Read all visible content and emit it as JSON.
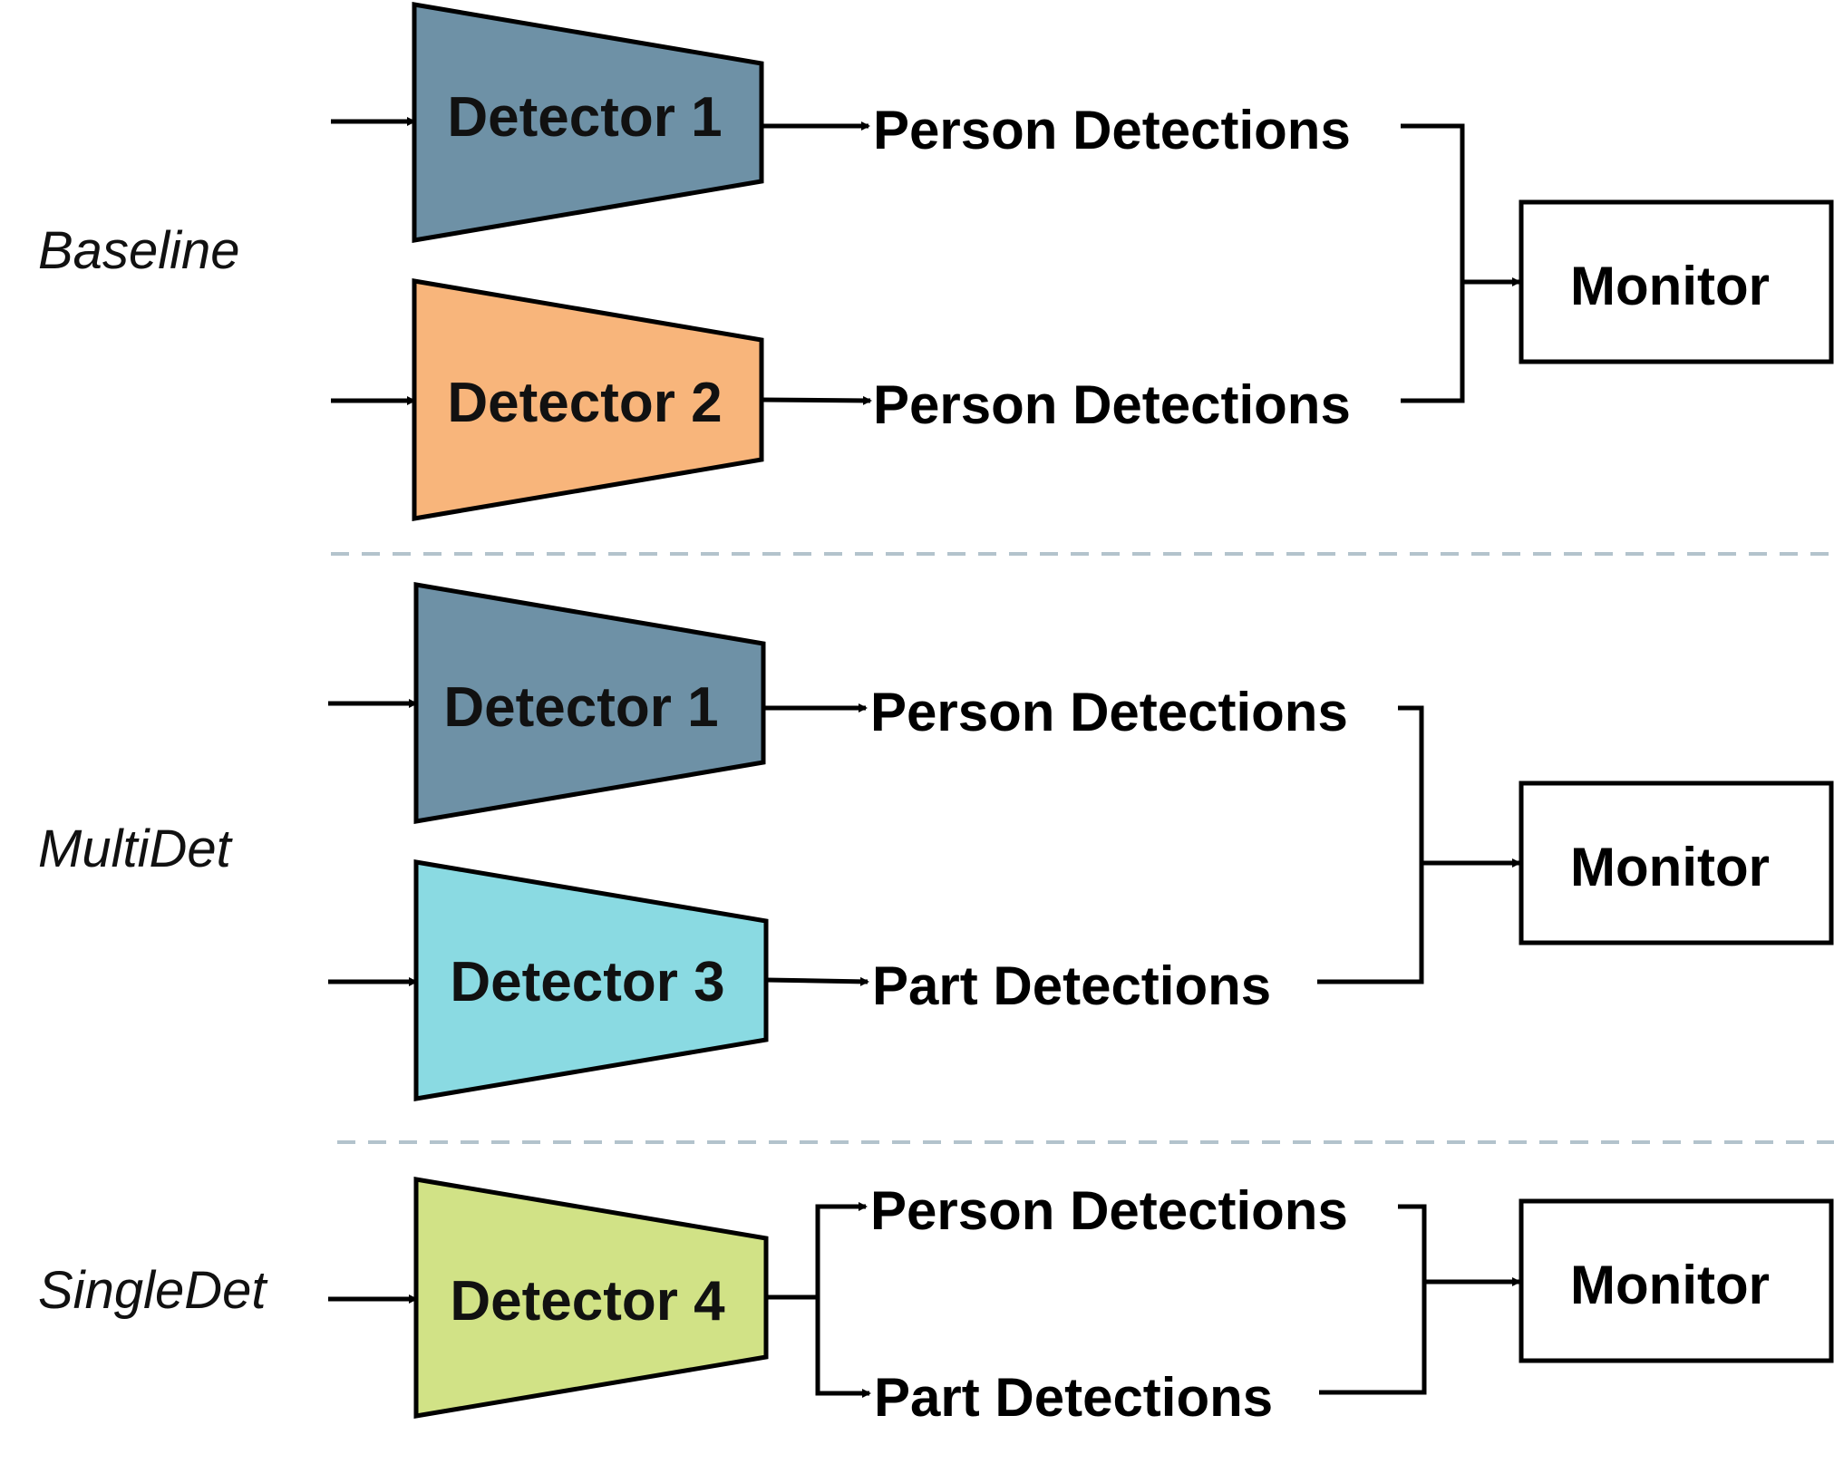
{
  "colors": {
    "detector_1": "#6e91a6",
    "detector_2": "#f8b57b",
    "detector_3": "#8adae2",
    "detector_4": "#d1e286"
  },
  "sections": [
    {
      "label": "Baseline",
      "detectors": [
        {
          "label": "Detector 1",
          "output": "Person Detections"
        },
        {
          "label": "Detector 2",
          "output": "Person Detections"
        }
      ],
      "monitor": "Monitor"
    },
    {
      "label": "MultiDet",
      "detectors": [
        {
          "label": "Detector 1",
          "output": "Person Detections"
        },
        {
          "label": "Detector 3",
          "output": "Part Detections"
        }
      ],
      "monitor": "Monitor"
    },
    {
      "label": "SingleDet",
      "detectors": [
        {
          "label": "Detector 4"
        }
      ],
      "outputs": [
        "Person Detections",
        "Part Detections"
      ],
      "monitor": "Monitor"
    }
  ]
}
